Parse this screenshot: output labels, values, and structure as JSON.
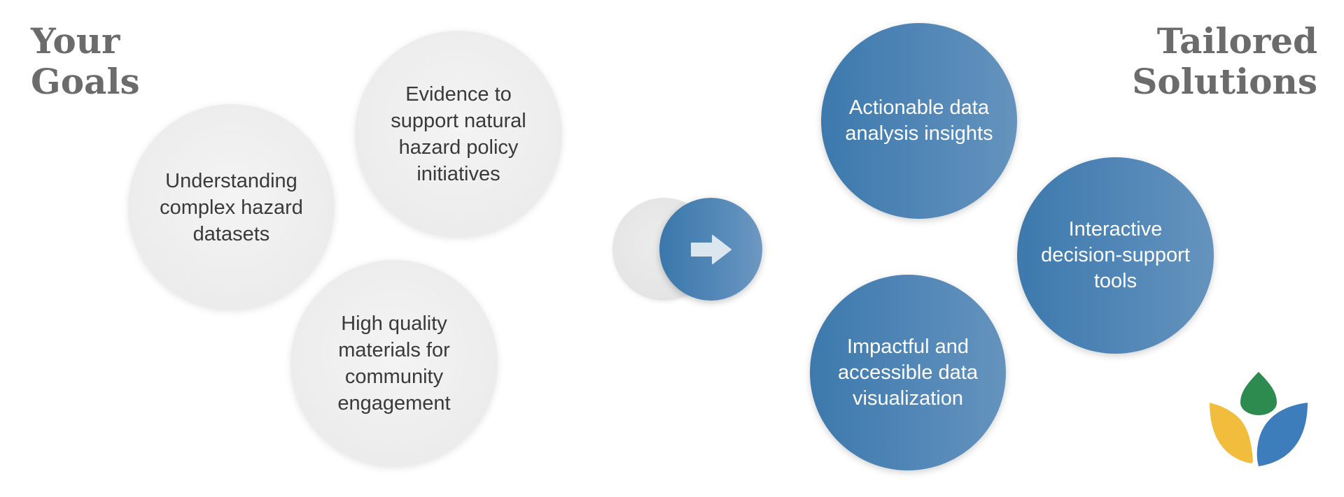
{
  "goals": {
    "heading": [
      "Your",
      "Goals"
    ],
    "items": [
      "Understanding complex hazard datasets",
      "Evidence to support natural hazard policy initiatives",
      "High quality materials for community engagement"
    ]
  },
  "solutions": {
    "heading": [
      "Tailored",
      "Solutions"
    ],
    "items": [
      "Actionable data analysis insights",
      "Interactive decision-support tools",
      "Impactful and accessible data visualization"
    ]
  },
  "transition": {
    "icon": "arrow-right-icon"
  },
  "logo": {
    "icon": "leaf-logo-icon"
  },
  "colors": {
    "heading": "#6b6b6b",
    "goal_fill": "#ececec",
    "goal_text": "#3a3a3a",
    "solution_fill": "#4a81b4",
    "solution_text": "#ffffff",
    "arrow": "#dce6ef",
    "logo_green": "#2e8b4f",
    "logo_yellow": "#f2bc3d",
    "logo_blue": "#3d7dbc"
  }
}
